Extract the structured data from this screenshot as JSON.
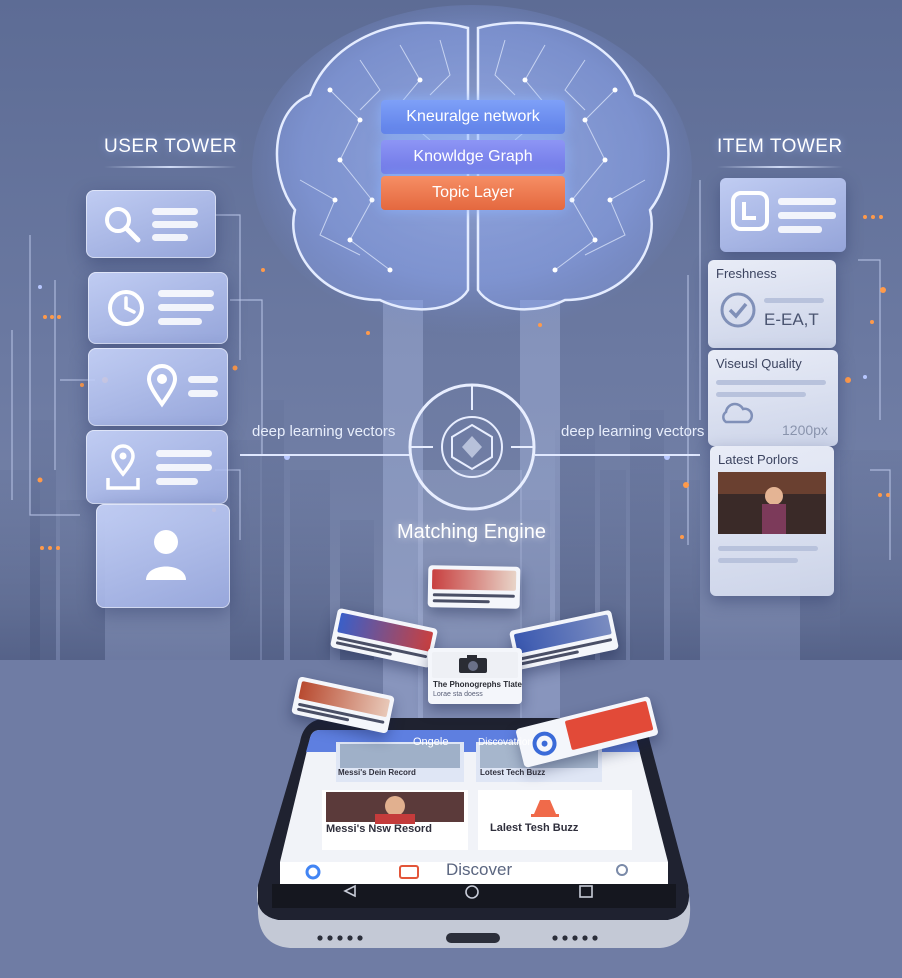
{
  "user_tower": {
    "title": "USER TOWER",
    "cards": [
      {
        "icon": "search-icon"
      },
      {
        "icon": "clock-icon"
      },
      {
        "icon": "location-pin-icon"
      },
      {
        "icon": "map-location-icon"
      },
      {
        "icon": "person-icon"
      }
    ]
  },
  "item_tower": {
    "title": "ITEM TOWER",
    "cards": [
      {
        "icon": "document-icon",
        "label": ""
      },
      {
        "icon": "check-badge-icon",
        "label": "Freshness",
        "value": "E-EA,T"
      },
      {
        "icon": "cloud-icon",
        "label": "Viseusl Quality",
        "value": "1200px"
      },
      {
        "icon": "photo-icon",
        "label": "Latest Porlors"
      }
    ]
  },
  "brain": {
    "layers": [
      {
        "label": "Kneuralge network",
        "color": "#6f8ff0"
      },
      {
        "label": "Knowldge Graph",
        "color": "#7e86ee"
      },
      {
        "label": "Topic Layer",
        "color": "#f07a4e"
      }
    ]
  },
  "matching": {
    "left_label": "deep learning vectors",
    "right_label": "deep learning vectors",
    "engine_label": "Matching Engine"
  },
  "feed_cards": {
    "center_title": "The Phonogrephs Tlate",
    "center_sub": "Lorae sta doess"
  },
  "phone": {
    "header_left": "Ongele",
    "header_right": "Discovatrion",
    "card1": "Messi's Nsw Resord",
    "card2": "Lalest Tesh Buzz",
    "card_top_left": "Messi's Dein Record",
    "card_top_right": "Lotest Tech Buzz",
    "nav_label": "Discover"
  },
  "colors": {
    "accent_blue": "#6f8ff0",
    "accent_orange": "#f07a4e",
    "glow_dot": "#ff9a4a"
  }
}
